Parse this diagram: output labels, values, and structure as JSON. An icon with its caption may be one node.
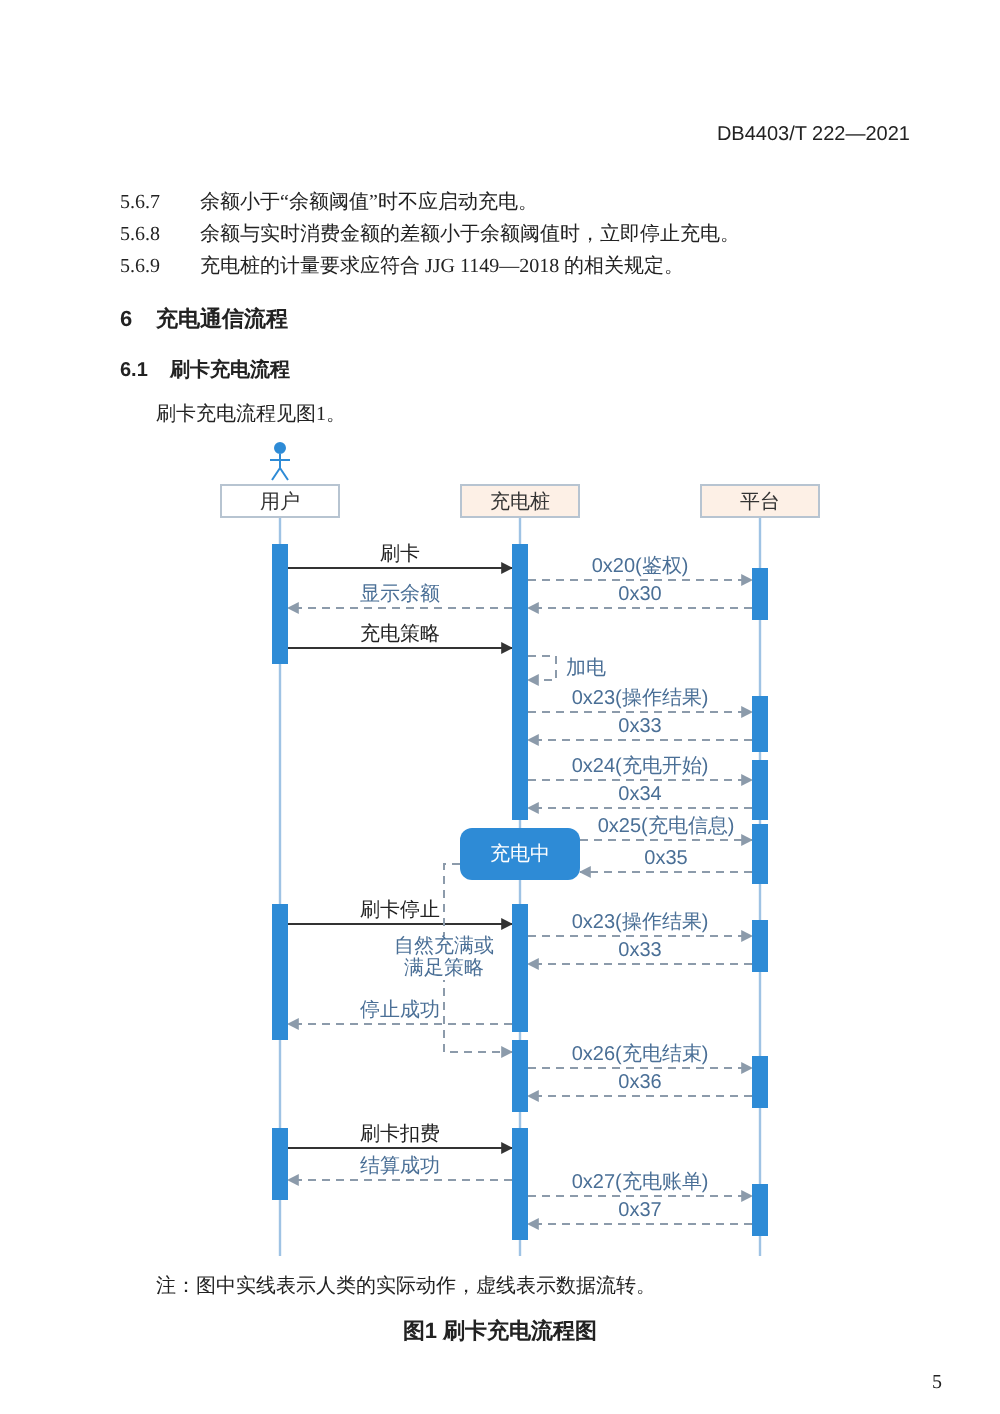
{
  "diagram": {
    "caption": "图1 刷卡充电流程图",
    "nodes": [
      {
        "text": [
          "用户"
        ]
      },
      {
        "text": [
          "充电桩"
        ]
      },
      {
        "text": [
          "平台"
        ]
      },
      {
        "text": [],
        "shape": "bar"
      },
      {
        "text": [],
        "shape": "bar"
      },
      {
        "text": [],
        "shape": "bar"
      },
      {
        "text": [],
        "shape": "bar"
      },
      {
        "text": [],
        "shape": "bar"
      },
      {
        "text": [],
        "shape": "bar"
      },
      {
        "text": [],
        "shape": "bar"
      },
      {
        "text": [],
        "shape": "bar"
      },
      {
        "text": [],
        "shape": "bar"
      },
      {
        "text": [],
        "shape": "bar"
      },
      {
        "text": [],
        "shape": "bar"
      },
      {
        "text": [],
        "shape": "bar"
      },
      {
        "text": [],
        "shape": "bar"
      },
      {
        "text": [],
        "shape": "bar"
      },
      {
        "text": [],
        "shape": "bar"
      },
      {
        "text": [
          "充电中"
        ]
      }
    ],
    "edges": [
      {
        "from": 3,
        "to": 6,
        "arrow": "to",
        "label": "刷卡",
        "color": "#333333"
      },
      {
        "from": 6,
        "to": 11,
        "arrow": "to",
        "label": "0x20(鉴权)",
        "style": "dashed",
        "color": "#8c9bab"
      },
      {
        "from": 11,
        "to": 6,
        "arrow": "to",
        "label": "0x30",
        "style": "dashed",
        "color": "#8c9bab"
      },
      {
        "from": 6,
        "to": 3,
        "arrow": "to",
        "label": "显示余额",
        "style": "dashed",
        "color": "#8c9bab"
      },
      {
        "from": 3,
        "to": 6,
        "arrow": "to",
        "label": "充电策略",
        "color": "#333333"
      },
      {
        "from": 6,
        "to": 6,
        "arrow": "to",
        "label": "加电",
        "style": "dashed",
        "color": "#8c9bab"
      },
      {
        "from": 6,
        "to": 12,
        "arrow": "to",
        "label": "0x23(操作结果)",
        "style": "dashed",
        "color": "#8c9bab"
      },
      {
        "from": 12,
        "to": 6,
        "arrow": "to",
        "label": "0x33",
        "style": "dashed",
        "color": "#8c9bab"
      },
      {
        "from": 7,
        "to": 13,
        "arrow": "to",
        "label": "0x24(充电开始)",
        "style": "dashed",
        "color": "#8c9bab"
      },
      {
        "from": 13,
        "to": 7,
        "arrow": "to",
        "label": "0x34",
        "style": "dashed",
        "color": "#8c9bab"
      },
      {
        "from": 18,
        "to": 14,
        "arrow": "to",
        "label": "0x25(充电信息)",
        "style": "dashed",
        "color": "#8c9bab"
      },
      {
        "from": 14,
        "to": 18,
        "arrow": "to",
        "label": "0x35",
        "style": "dashed",
        "color": "#8c9bab"
      },
      {
        "from": 4,
        "to": 8,
        "arrow": "to",
        "label": "刷卡停止",
        "color": "#333333"
      },
      {
        "from": 8,
        "to": 15,
        "arrow": "to",
        "label": "0x23(操作结果)",
        "style": "dashed",
        "color": "#8c9bab"
      },
      {
        "from": 15,
        "to": 8,
        "arrow": "to",
        "label": "0x33",
        "style": "dashed",
        "color": "#8c9bab"
      },
      {
        "from": 8,
        "to": 4,
        "arrow": "to",
        "label": "停止成功",
        "style": "dashed",
        "color": "#8c9bab"
      },
      {
        "from": 18,
        "to": 9,
        "arrow": "to",
        "label": "自然充满或满足策略",
        "style": "dashed",
        "color": "#8c9bab"
      },
      {
        "from": 9,
        "to": 16,
        "arrow": "to",
        "label": "0x26(充电结束)",
        "style": "dashed",
        "color": "#8c9bab"
      },
      {
        "from": 16,
        "to": 9,
        "arrow": "to",
        "label": "0x36",
        "style": "dashed",
        "color": "#8c9bab"
      },
      {
        "from": 5,
        "to": 10,
        "arrow": "to",
        "label": "刷卡扣费",
        "color": "#333333"
      },
      {
        "from": 10,
        "to": 5,
        "arrow": "to",
        "label": "结算成功",
        "style": "dashed",
        "color": "#8c9bab"
      },
      {
        "from": 10,
        "to": 17,
        "arrow": "to",
        "label": "0x27(充电账单)",
        "style": "dashed",
        "color": "#8c9bab"
      },
      {
        "from": 17,
        "to": 10,
        "arrow": "to",
        "label": "0x37",
        "style": "dashed",
        "color": "#8c9bab"
      }
    ],
    "labels": [
      "DB4403/T 222—2021",
      "5.6.7",
      "余额小于“余额阈值”时不应启动充电。",
      "5.6.8",
      "余额与实时消费金额的差额小于余额阈值时，立即停止充电。",
      "5.6.9",
      "充电桩的计量要求应符合 JJG 1149—2018 的相关规定。",
      "6",
      "充电通信流程",
      "6.1",
      "刷卡充电流程",
      "刷卡充电流程见图1。",
      "注：图中实线表示人类的实际动作，虚线表示数据流转。",
      "5"
    ]
  }
}
